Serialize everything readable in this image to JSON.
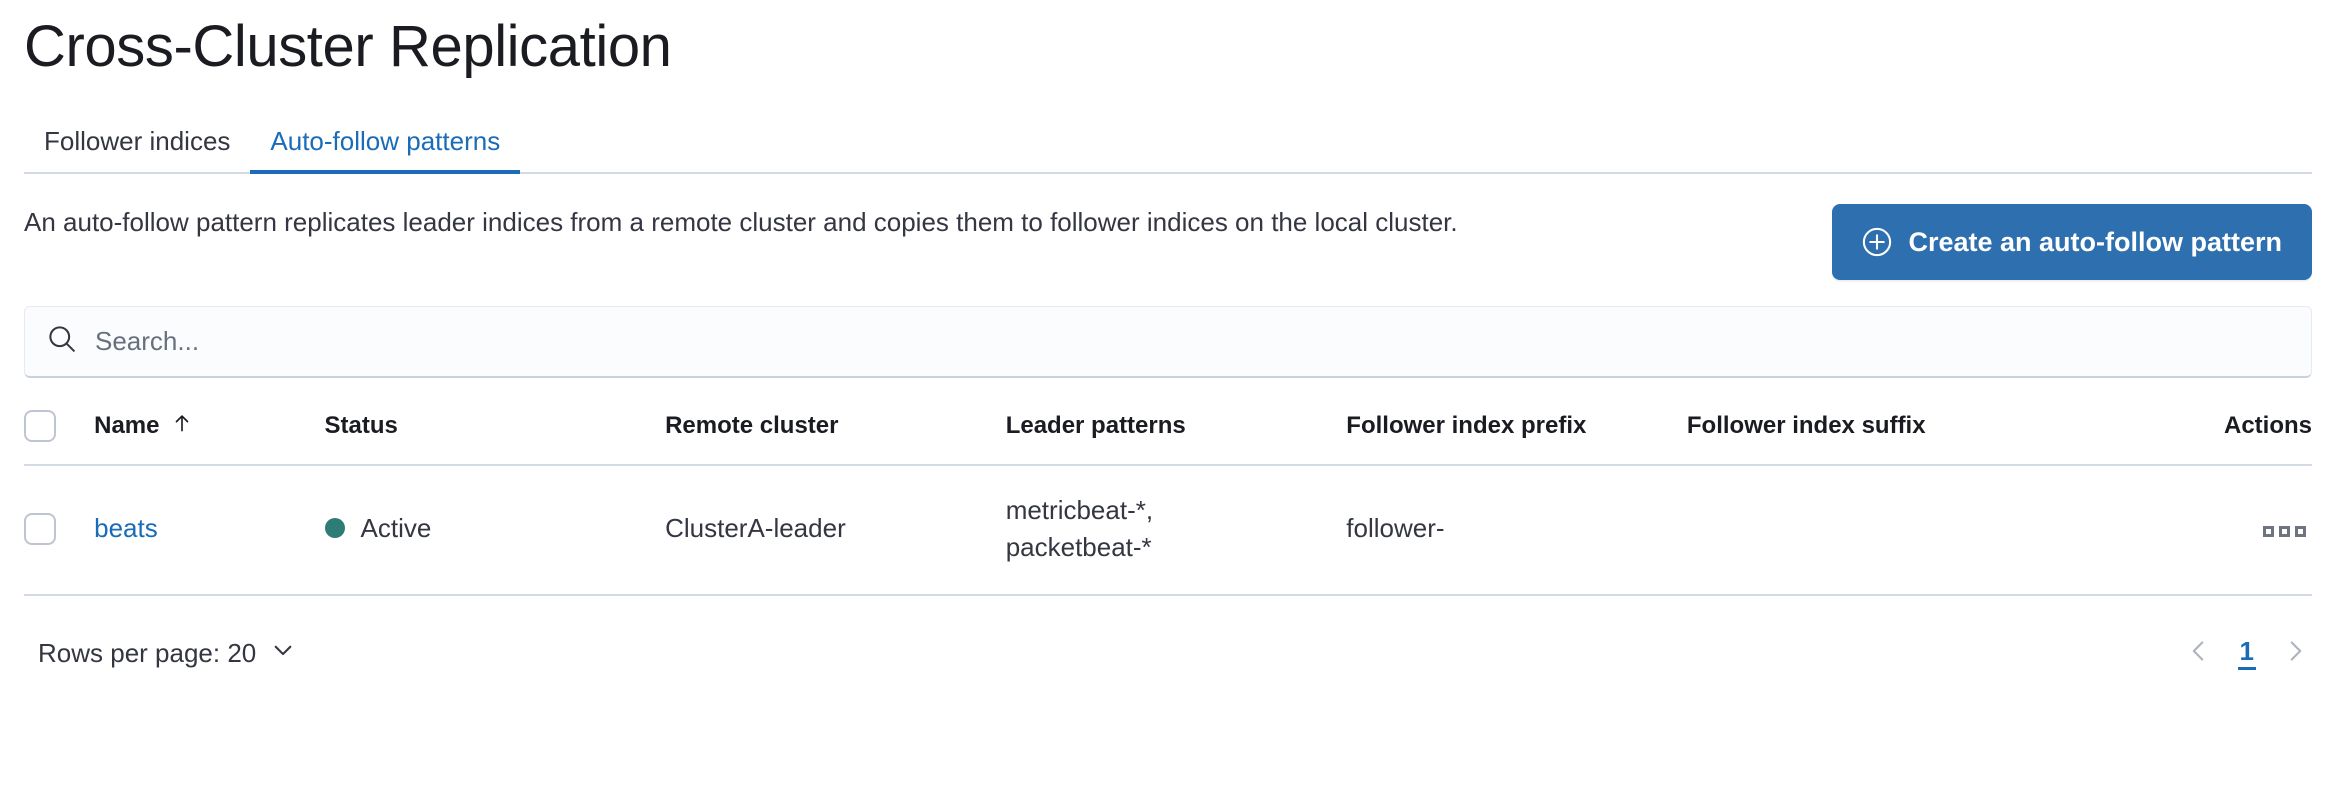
{
  "page": {
    "title": "Cross-Cluster Replication"
  },
  "tabs": [
    {
      "label": "Follower indices",
      "active": false
    },
    {
      "label": "Auto-follow patterns",
      "active": true
    }
  ],
  "description": "An auto-follow pattern replicates leader indices from a remote cluster and copies them to follower indices on the local cluster.",
  "actions": {
    "create_label": "Create an auto-follow pattern",
    "create_icon": "plus-in-circle-icon"
  },
  "search": {
    "value": "",
    "placeholder": "Search...",
    "icon": "search-icon"
  },
  "table": {
    "columns": [
      "Name",
      "Status",
      "Remote cluster",
      "Leader patterns",
      "Follower index prefix",
      "Follower index suffix",
      "Actions"
    ],
    "sort": {
      "column": "Name",
      "direction": "ascending",
      "icon": "arrow-up-icon"
    },
    "rows": [
      {
        "name": "beats",
        "status": "Active",
        "status_color": "#2E7D74",
        "remote_cluster": "ClusterA-leader",
        "leader_patterns_line1": "metricbeat-*,",
        "leader_patterns_line2": "packetbeat-*",
        "follower_index_prefix": "follower-",
        "follower_index_suffix": "",
        "actions_icon": "boxes-horizontal-icon"
      }
    ]
  },
  "footer": {
    "rows_per_page_label": "Rows per page: 20",
    "rows_per_page_icon": "chevron-down-icon",
    "pagination": {
      "prev_icon": "chevron-left-icon",
      "next_icon": "chevron-right-icon",
      "current_page": "1"
    }
  },
  "colors": {
    "primary_blue": "#1A6BB8",
    "button_blue": "#2E6FAF",
    "status_green": "#2E7D74",
    "border": "#D3DAE6",
    "text": "#343741"
  }
}
